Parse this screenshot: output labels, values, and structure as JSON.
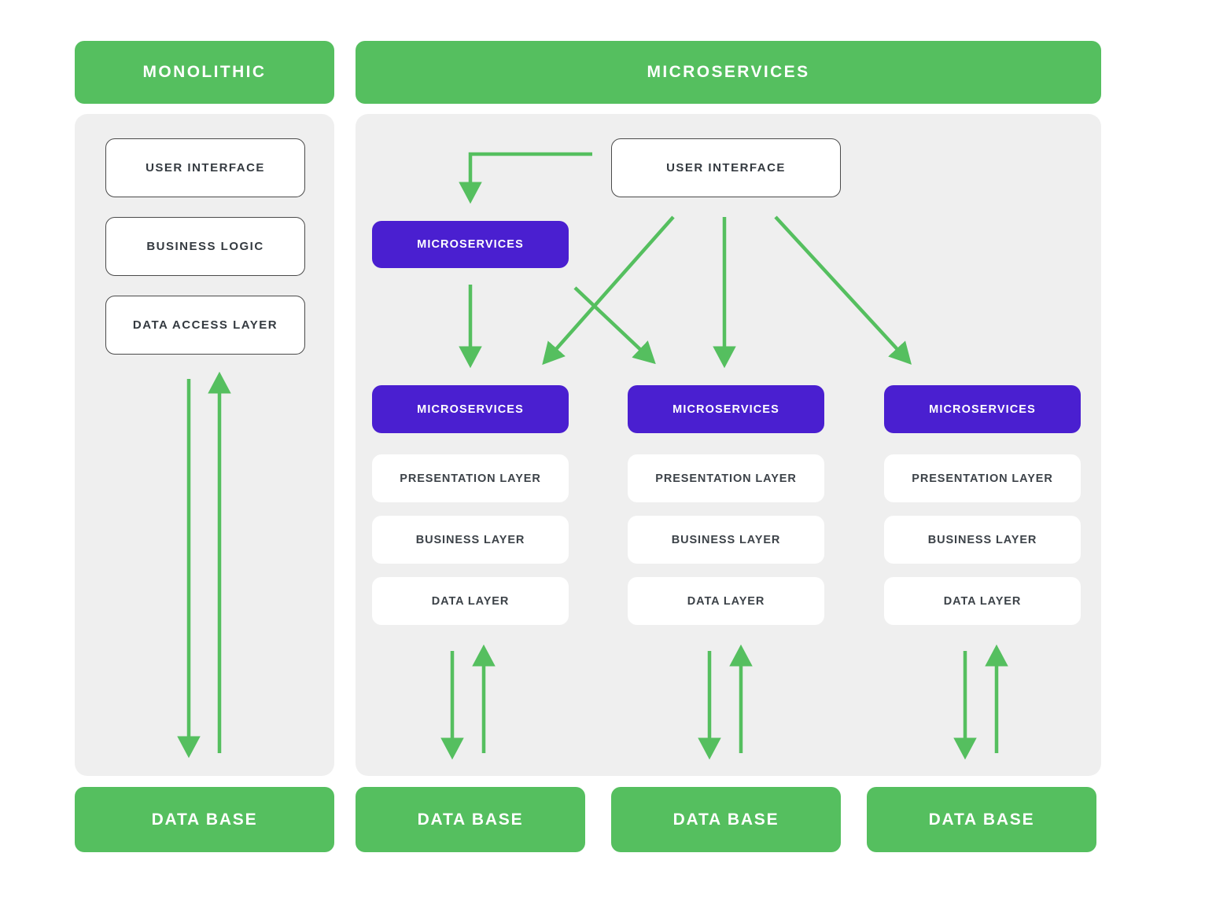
{
  "colors": {
    "green": "#55bf5f",
    "purple": "#4a1fd0",
    "panel_gray": "#efefef",
    "box_white": "#ffffff",
    "text_dark": "#3c4248",
    "text_light": "#ffffff"
  },
  "headers": {
    "monolithic": "MONOLITHIC",
    "microservices": "MICROSERVICES"
  },
  "monolithic": {
    "layers": [
      {
        "label": "USER INTERFACE"
      },
      {
        "label": "BUSINESS LOGIC"
      },
      {
        "label": "DATA ACCESS LAYER"
      }
    ],
    "database": "DATA BASE"
  },
  "microservices": {
    "user_interface": "USER INTERFACE",
    "gateway_service": "MICROSERVICES",
    "columns": [
      {
        "service": "MICROSERVICES",
        "layers": [
          "PRESENTATION LAYER",
          "BUSINESS LAYER",
          "DATA LAYER"
        ],
        "database": "DATA BASE"
      },
      {
        "service": "MICROSERVICES",
        "layers": [
          "PRESENTATION LAYER",
          "BUSINESS LAYER",
          "DATA LAYER"
        ],
        "database": "DATA BASE"
      },
      {
        "service": "MICROSERVICES",
        "layers": [
          "PRESENTATION LAYER",
          "BUSINESS LAYER",
          "DATA LAYER"
        ],
        "database": "DATA BASE"
      }
    ]
  },
  "icons": {
    "arrow_down": "arrow-down-icon",
    "arrow_up": "arrow-up-icon",
    "arrow_elbow": "arrow-elbow-down-icon",
    "arrow_diagonal": "arrow-diagonal-icon"
  }
}
